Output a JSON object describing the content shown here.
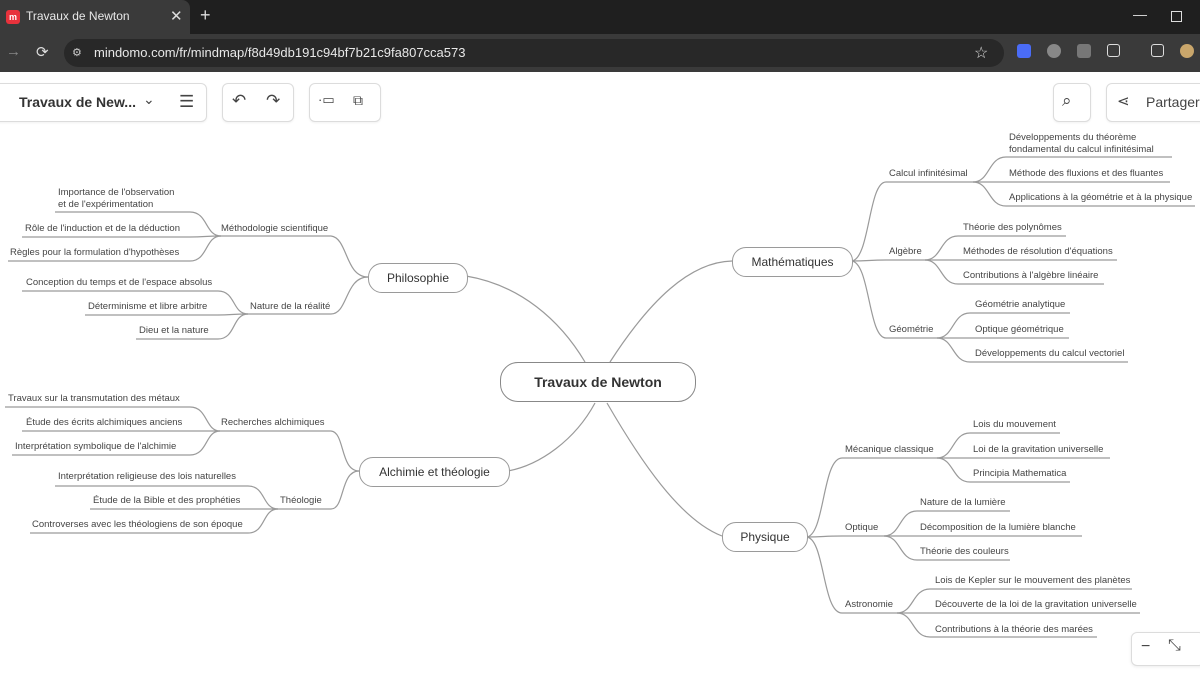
{
  "browser": {
    "tab_title": "Travaux de Newton",
    "url": "mindomo.com/fr/mindmap/f8d49db191c94bf7b21c9fa807cca573"
  },
  "toolbar": {
    "map_title": "Travaux de New...",
    "share_label": "Partager"
  },
  "colors": {
    "accent": "#e8323c",
    "line": "#9a9a9a"
  },
  "mindmap": {
    "center": "Travaux de Newton",
    "philosophie": {
      "label": "Philosophie",
      "methodologie": {
        "label": "Méthodologie scientifique",
        "items": [
          "Importance de l'observation",
          "et de l'expérimentation",
          "Rôle de l'induction et de la déduction",
          "Règles pour la formulation d'hypothèses"
        ]
      },
      "realite": {
        "label": "Nature de la réalité",
        "items": [
          "Conception du temps et de l'espace absolus",
          "Déterminisme et libre arbitre",
          "Dieu et la nature"
        ]
      }
    },
    "alchimie": {
      "label": "Alchimie et théologie",
      "recherches": {
        "label": "Recherches alchimiques",
        "items": [
          "Travaux sur la transmutation des métaux",
          "Étude des écrits alchimiques anciens",
          "Interprétation symbolique de l'alchimie"
        ]
      },
      "theologie": {
        "label": "Théologie",
        "items": [
          "Interprétation religieuse des lois naturelles",
          "Étude de la Bible et des prophéties",
          "Controverses avec les théologiens de son époque"
        ]
      }
    },
    "mathematiques": {
      "label": "Mathématiques",
      "calcul": {
        "label": "Calcul infinitésimal",
        "items": [
          "Développements du théorème",
          "fondamental du calcul infinitésimal",
          "Méthode des fluxions et des fluantes",
          "Applications à la géométrie et à la physique"
        ]
      },
      "algebre": {
        "label": "Algèbre",
        "items": [
          "Théorie des polynômes",
          "Méthodes de résolution d'équations",
          "Contributions à l'algèbre linéaire"
        ]
      },
      "geometrie": {
        "label": "Géométrie",
        "items": [
          "Géométrie analytique",
          "Optique géométrique",
          "Développements du calcul vectoriel"
        ]
      }
    },
    "physique": {
      "label": "Physique",
      "mecanique": {
        "label": "Mécanique classique",
        "items": [
          "Lois du mouvement",
          "Loi de la gravitation universelle",
          "Principia Mathematica"
        ]
      },
      "optique": {
        "label": "Optique",
        "items": [
          "Nature de la lumière",
          "Décomposition de la lumière blanche",
          "Théorie des couleurs"
        ]
      },
      "astronomie": {
        "label": "Astronomie",
        "items": [
          "Lois de Kepler sur le mouvement des planètes",
          "Découverte de la loi de la gravitation universelle",
          "Contributions à la théorie des marées"
        ]
      }
    }
  }
}
